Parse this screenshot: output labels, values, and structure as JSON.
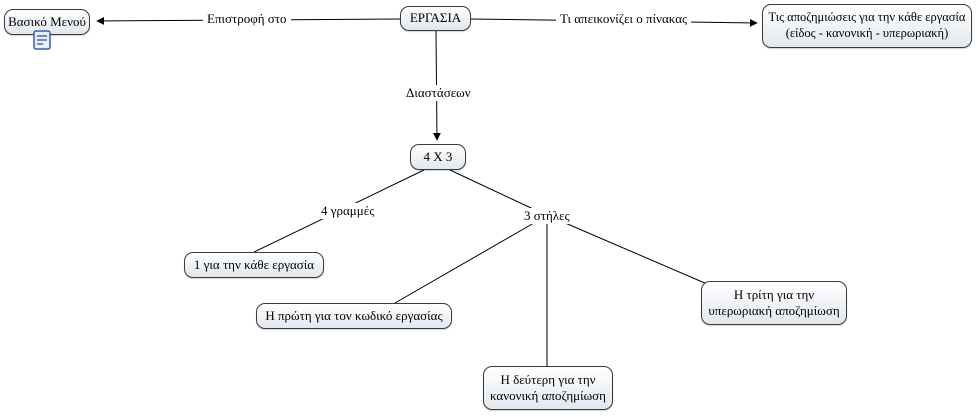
{
  "diagram": {
    "nodes": {
      "main_menu": {
        "label": "Βασικό Μενού"
      },
      "task": {
        "label": "ΕΡΓΑΣΙΑ"
      },
      "table_content": {
        "lines": [
          "Τις αποζημιώσεις για την κάθε εργασία",
          "(είδος - κανονική - υπερωριακή)"
        ]
      },
      "dimensions_4x3": {
        "label": "4 Χ 3"
      },
      "rows_meaning": {
        "label": "1 για την κάθε εργασία"
      },
      "col_first": {
        "label": "Η πρώτη για τον κωδικό εργασίας"
      },
      "col_second": {
        "lines": [
          "Η δεύτερη για την",
          "κανονική αποζημίωση"
        ]
      },
      "col_third": {
        "lines": [
          "Η τρίτη για την",
          "υπερωριακή αποζημίωση"
        ]
      }
    },
    "links": {
      "return_to": {
        "label": "Επιστροφή στο"
      },
      "table_depicts": {
        "label": "Τι απεικονίζει ο πίνακας"
      },
      "dimensions": {
        "label": "Διαστάσεων"
      },
      "rows": {
        "label": "4 γραμμές"
      },
      "columns": {
        "label": "3 στήλες"
      }
    },
    "colors": {
      "node_border": "#3a3a3a",
      "node_fill_bottom": "#e2e8ee",
      "edge": "#000000",
      "icon_accent": "#3a5fa8"
    }
  }
}
